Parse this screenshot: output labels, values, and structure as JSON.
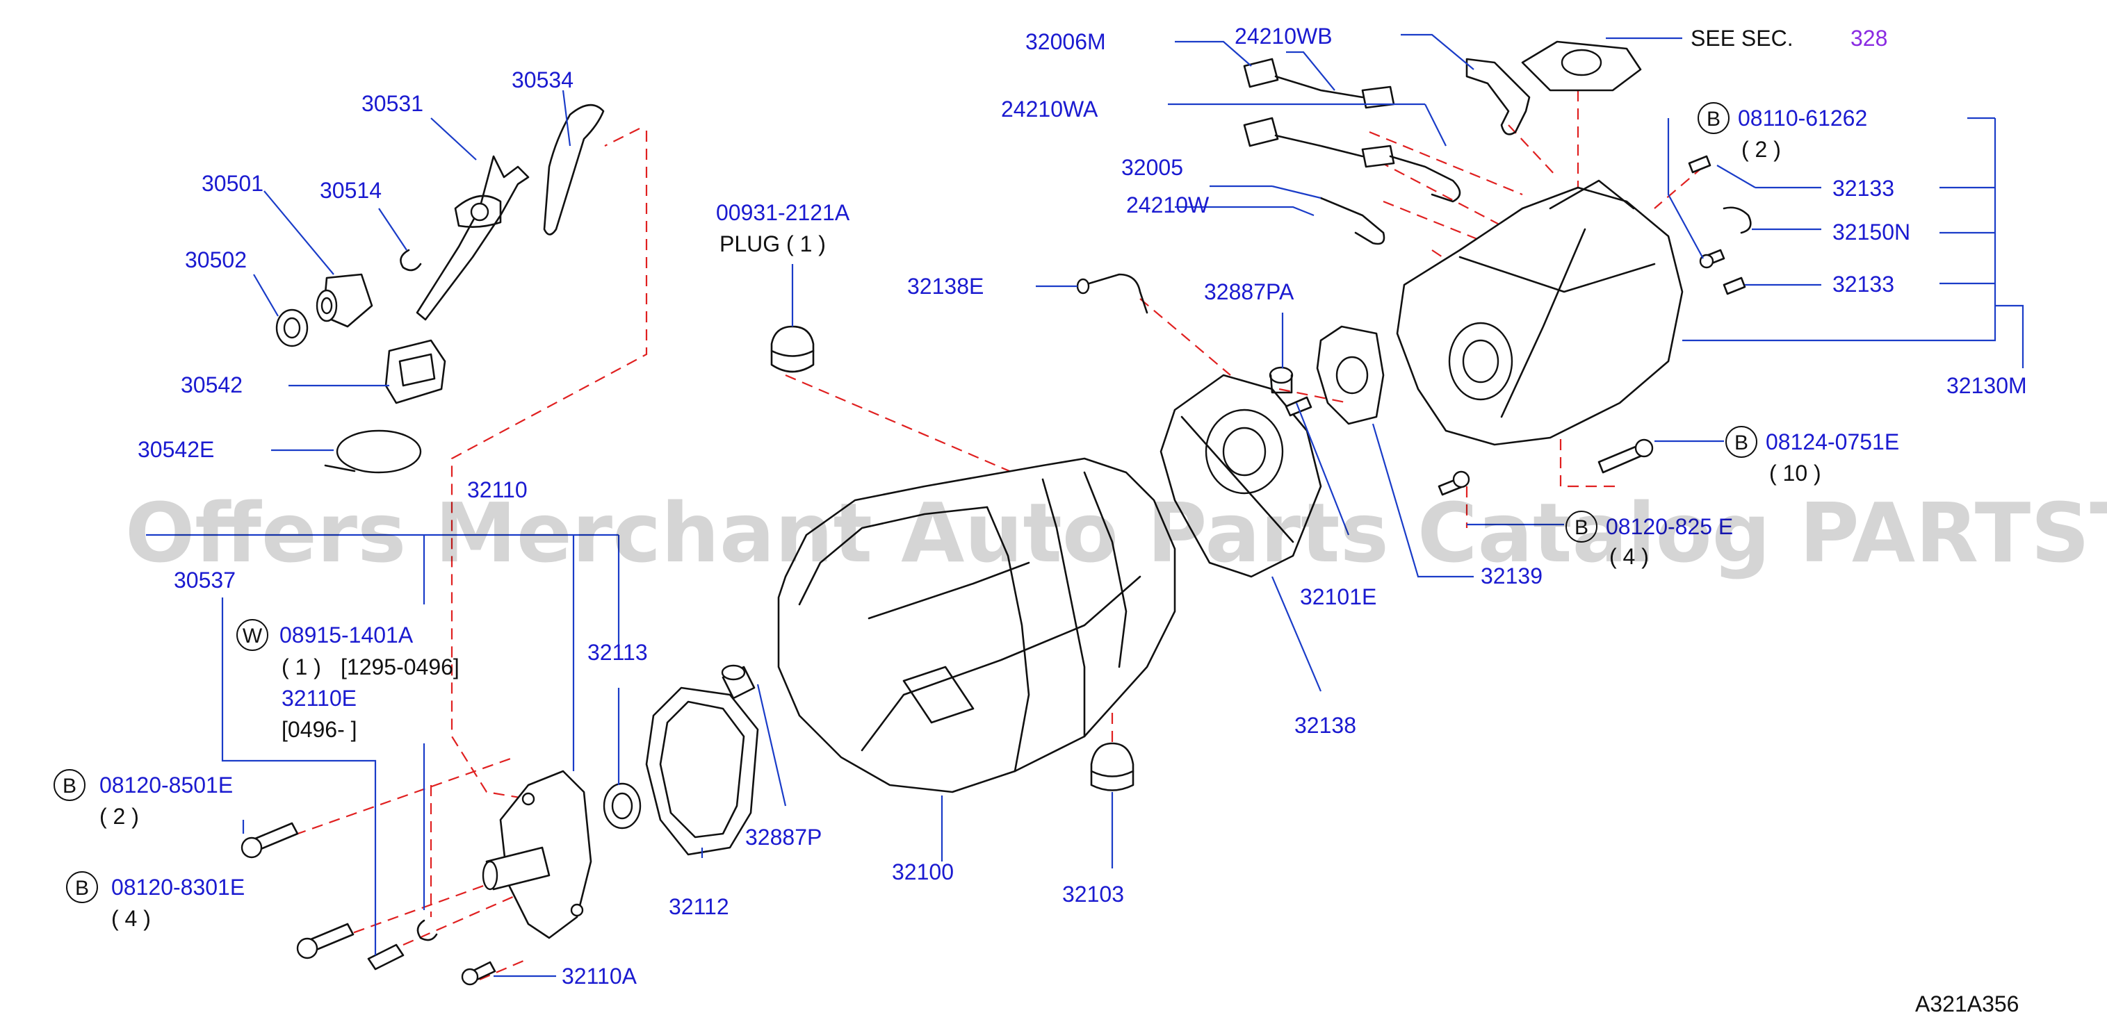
{
  "diagram": {
    "labels": {
      "p30534": "30534",
      "p30531": "30531",
      "p30501": "30501",
      "p30514": "30514",
      "p30502": "30502",
      "p30542": "30542",
      "p30542e": "30542E",
      "p32110": "32110",
      "p30537": "30537",
      "p08915": "08915-1401A",
      "p08915_qty": "( 1   )",
      "p08915_range": "[1295-0496]",
      "p32110e": "32110E",
      "p32110e_range": "[0496-            ]",
      "p32113": "32113",
      "p08120_8501": "08120-8501E",
      "p08120_8501_qty": "( 2   )",
      "p08120_8301": "08120-8301E",
      "p08120_8301_qty": "( 4   )",
      "p32110a": "32110A",
      "p32112": "32112",
      "p32887p": "32887P",
      "p32100": "32100",
      "p32103": "32103",
      "p00931": "00931-2121A",
      "p00931_desc": "PLUG  ( 1 )",
      "p32138e": "32138E",
      "p32887pa": "32887PA",
      "p32006m": "32006M",
      "p24210wb": "24210WB",
      "p24210wa": "24210WA",
      "p32005": "32005",
      "p24210w": "24210W",
      "see_sec": "SEE  SEC.",
      "see_sec_num": "328",
      "p08110": "08110-61262",
      "p08110_qty": "( 2   )",
      "p32133a": "32133",
      "p32150n": "32150N",
      "p32133b": "32133",
      "p32130m": "32130M",
      "p08124": "08124-0751E",
      "p08124_qty": "( 10 )",
      "p08120_825": "08120-825 E",
      "p08120_825_qty": "( 4   )",
      "p32139": "32139",
      "p32101e": "32101E",
      "p32138": "32138",
      "drawing_code": "A321A356"
    },
    "circle_letters": {
      "w": "W",
      "b1": "B",
      "b2": "B",
      "b3": "B",
      "b4": "B",
      "b5": "B"
    },
    "watermark": "Offers Merchant Auto Parts Catalog PARTSTORE.SA",
    "colors": {
      "label": "#1a1ad0",
      "leader": "#1a3cc8",
      "dashed_center_line": "#e02020",
      "section_ref": "#8a2be2"
    }
  }
}
